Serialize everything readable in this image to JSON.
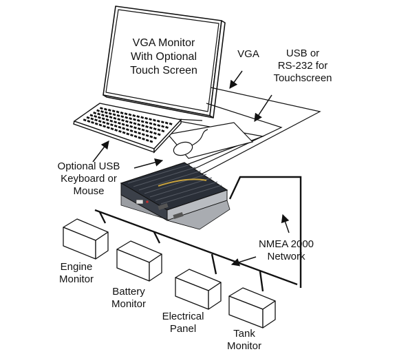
{
  "labels": {
    "monitor": [
      "VGA Monitor",
      "With Optional",
      "Touch Screen"
    ],
    "vga": [
      "VGA"
    ],
    "usb_rs232": [
      "USB or",
      "RS-232 for",
      "Touchscreen"
    ],
    "keyboard_mouse": [
      "Optional USB",
      "Keyboard or",
      "Mouse"
    ],
    "nmea": [
      "NMEA 2000",
      "Network"
    ],
    "engine": [
      "Engine",
      "Monitor"
    ],
    "battery": [
      "Battery",
      "Monitor"
    ],
    "electrical": [
      "Electrical",
      "Panel"
    ],
    "tank": [
      "Tank",
      "Monitor"
    ]
  },
  "colors": {
    "ink": "#111111",
    "computer_body": "#2a2f38",
    "computer_panel": "#b9bcc1"
  }
}
